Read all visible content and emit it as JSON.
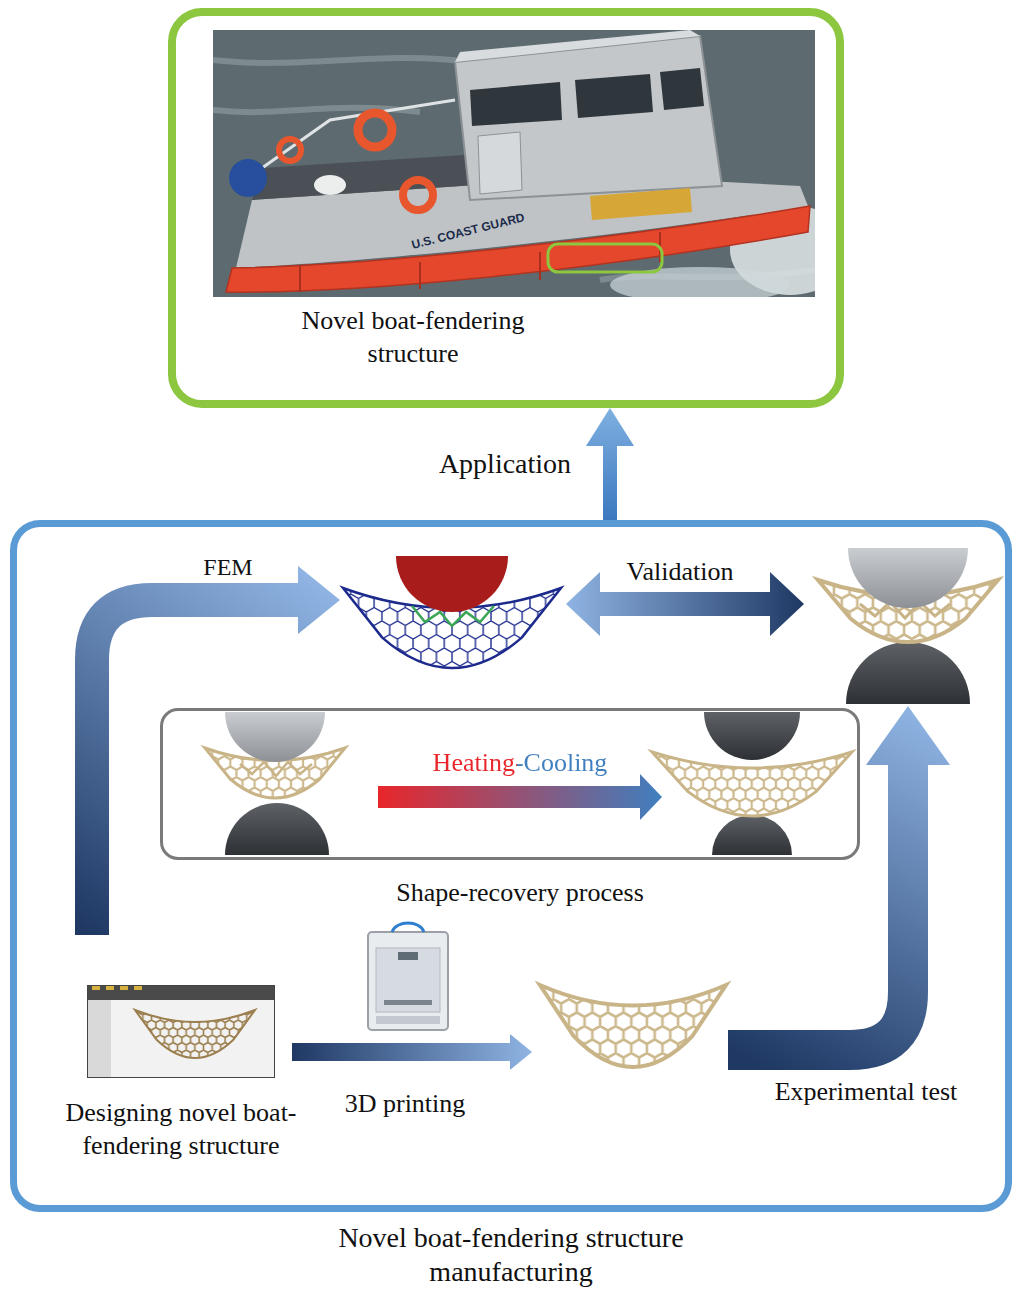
{
  "diagram": {
    "nodes": [
      {
        "text": [
          "Novel boat-fendering structure"
        ]
      },
      {
        "text": [
          "Novel boat-fendering structure manufacturing"
        ]
      },
      {
        "text": [
          "Heating-Cooling",
          "Shape-recovery process"
        ],
        "in": 1
      },
      {
        "text": [
          "Designing novel boat-fendering structure"
        ],
        "in": 1
      }
    ],
    "edges": [
      {
        "from": 1,
        "to": 0,
        "arrow": "to",
        "label": "Application"
      }
    ],
    "labels": [
      "U.S. COAST GUARD",
      "FEM",
      "Validation",
      "3D printing",
      "Experimental test"
    ]
  }
}
